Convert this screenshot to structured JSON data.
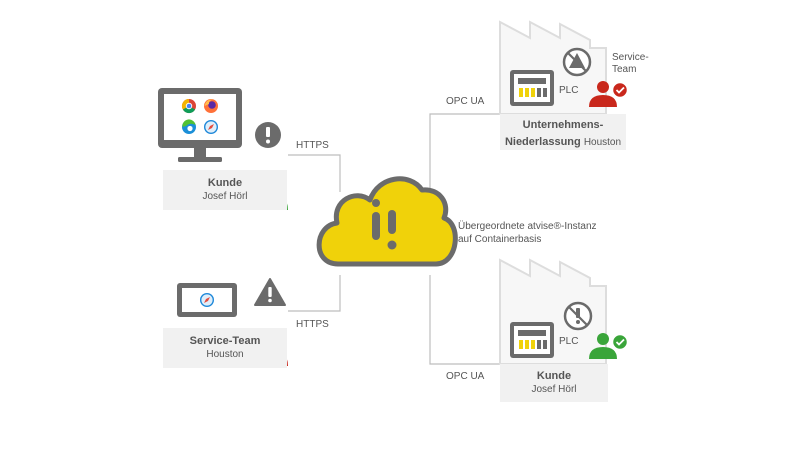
{
  "top_left": {
    "card_title": "Kunde",
    "card_sub": "Josef Hörl",
    "connection": "HTTPS",
    "browsers": [
      "chrome-icon",
      "firefox-icon",
      "edge-icon",
      "safari-icon"
    ],
    "status": "warning"
  },
  "bottom_left": {
    "card_title": "Service-Team",
    "card_sub": "Houston",
    "connection": "HTTPS",
    "status": "alert"
  },
  "cloud": {
    "desc_line1": "Übergeordnete atvise®-Instanz",
    "desc_line2": "auf Containerbasis"
  },
  "top_right": {
    "protocol": "OPC UA",
    "plc_label": "PLC",
    "service_label_line1": "Service-",
    "service_label_line2": "Team",
    "card_title_line1": "Unternehmens-",
    "card_title_line2": "Niederlassung",
    "card_sub": "Houston"
  },
  "bottom_right": {
    "protocol": "OPC UA",
    "plc_label": "PLC",
    "card_title": "Kunde",
    "card_sub": "Josef Hörl"
  },
  "colors": {
    "line": "#bdbdbd",
    "dark": "#6b6b6b",
    "yellow": "#f0d20a",
    "green": "#3aa53a",
    "red": "#c9281c",
    "card": "#f1f1f1"
  }
}
